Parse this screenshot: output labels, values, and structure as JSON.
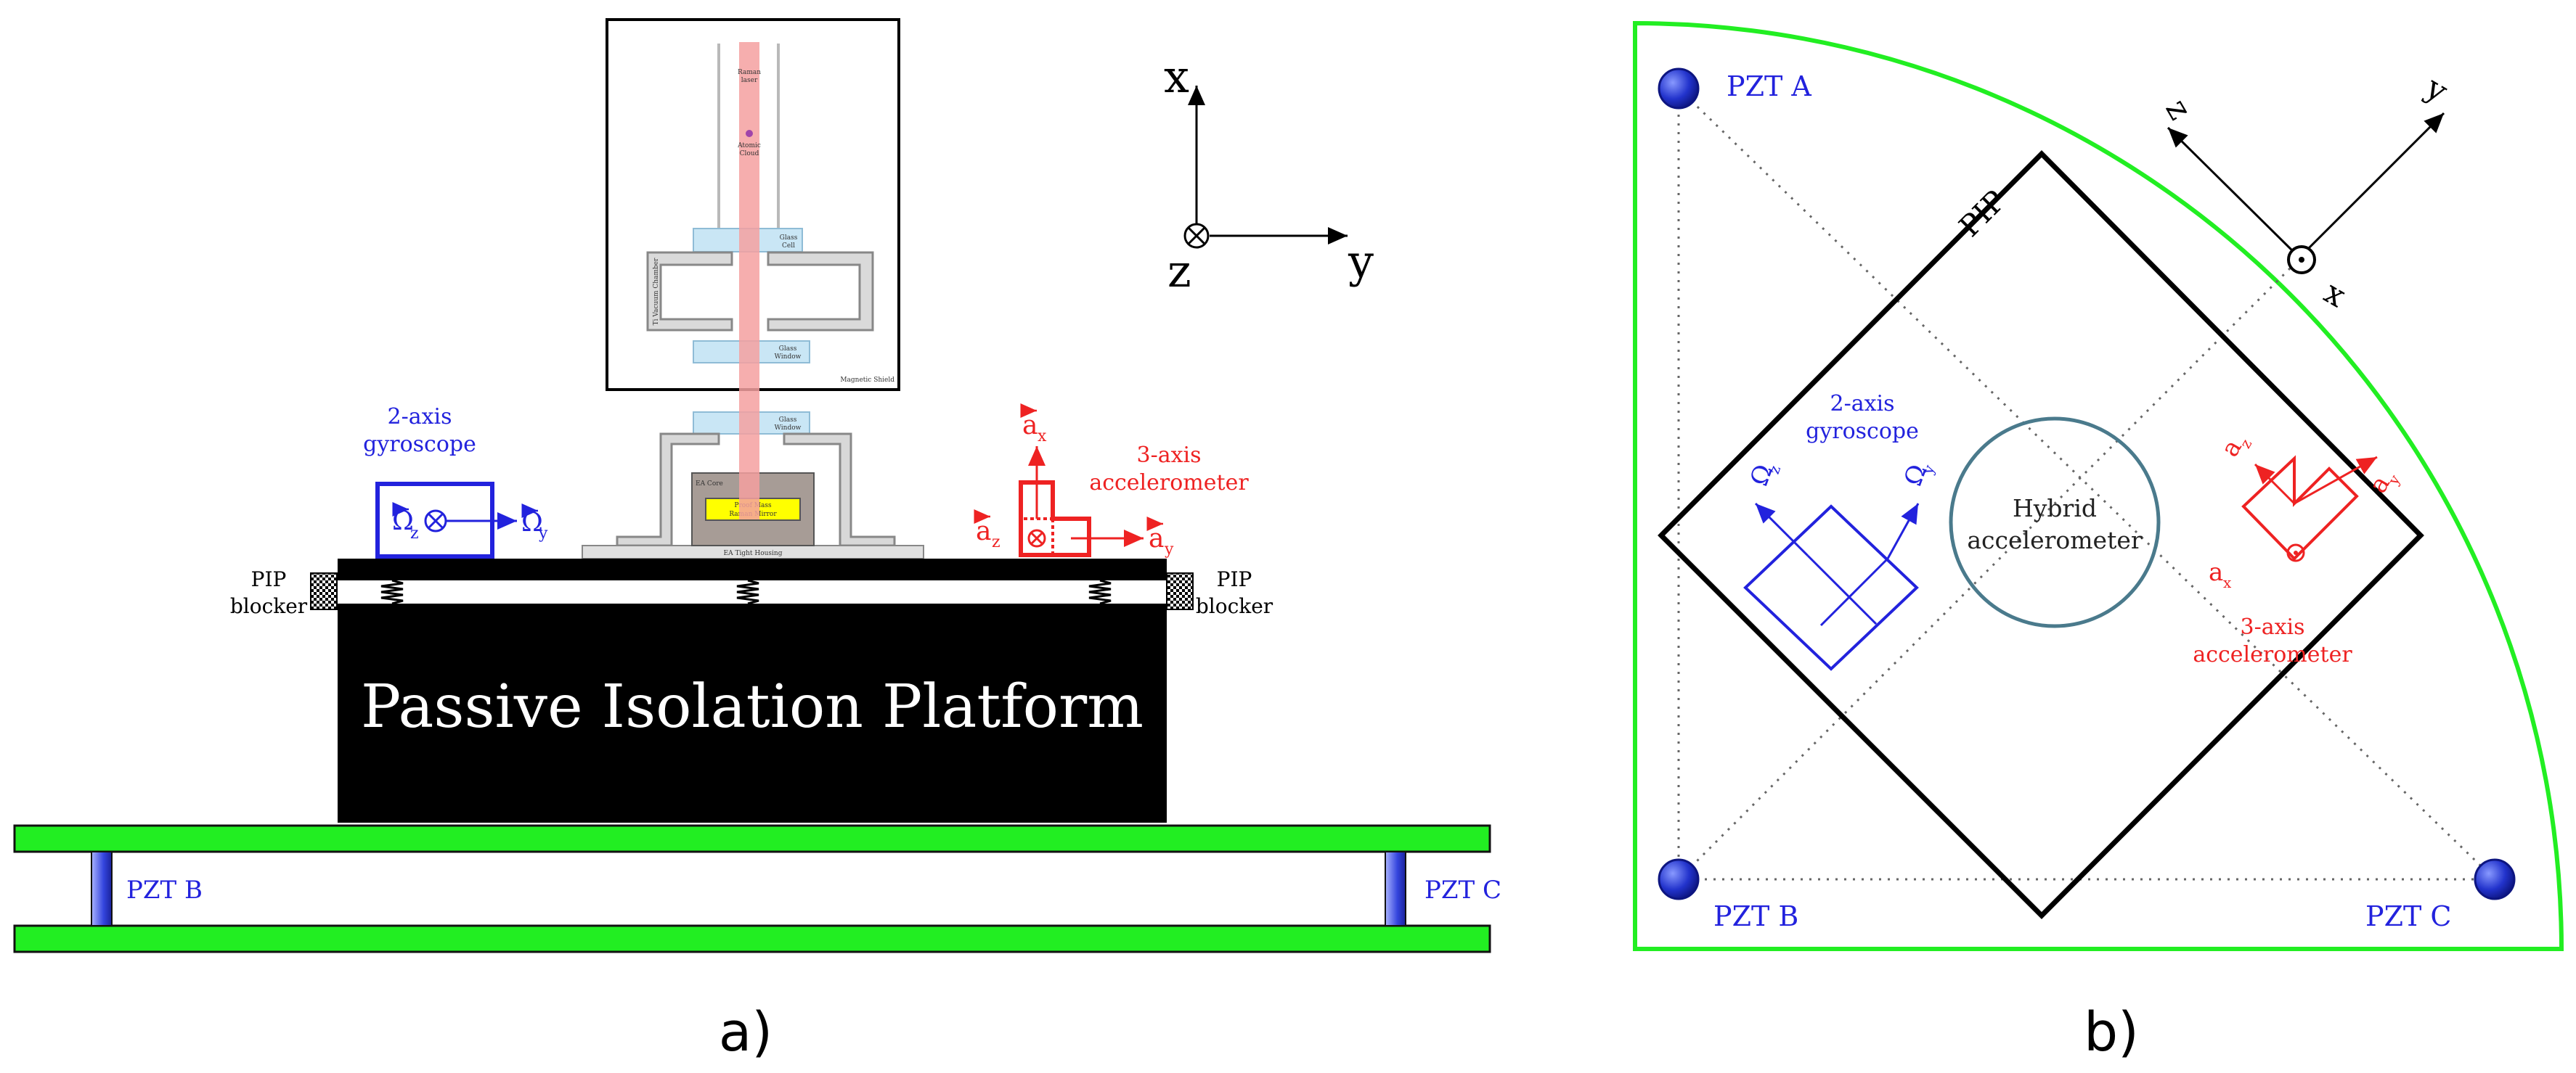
{
  "colors": {
    "green": "#22ee22",
    "blue": "#2222dd",
    "red": "#ee2222",
    "laser": "#f4a0a0",
    "glass": "#c9e6f5",
    "housing": "#d8d8d8",
    "core": "#a79c96",
    "proof": "#ffff00",
    "hybrid_circle": "#4a7a8c",
    "pzt": "#3344dd"
  },
  "panel_a": {
    "caption": "a)",
    "platform_label": "Passive Isolation Platform",
    "pip_blocker_left": [
      "PIP",
      "blocker"
    ],
    "pip_blocker_right": [
      "PIP",
      "blocker"
    ],
    "pzt_b": "PZT B",
    "pzt_c": "PZT C",
    "gyro_label": [
      "2-axis",
      "gyroscope"
    ],
    "gyro_omega_z": "Ω",
    "gyro_omega_z_sub": "z",
    "gyro_omega_y": "Ω",
    "gyro_omega_y_sub": "y",
    "accel_label": [
      "3-axis",
      "accelerometer"
    ],
    "accel_ax": "a",
    "accel_ax_sub": "x",
    "accel_az": "a",
    "accel_az_sub": "z",
    "accel_ay": "a",
    "accel_ay_sub": "y",
    "axes": {
      "x": "x",
      "y": "y",
      "z": "z"
    },
    "apparatus": {
      "raman_laser": [
        "Raman",
        "laser"
      ],
      "atomic_cloud": [
        "Atomic",
        "Cloud"
      ],
      "glass_cell": [
        "Glass",
        "Cell"
      ],
      "ti_vacuum_chamber": "Ti Vacuum Chamber",
      "glass_window_top": [
        "Glass",
        "Window"
      ],
      "magnetic_shield": "Magnetic Shield",
      "glass_window_bottom": [
        "Glass",
        "Window"
      ],
      "ea_core": "EA Core",
      "proof_mass": [
        "Proof Mass",
        "Raman Mirror"
      ],
      "ea_tight_housing": "EA Tight Housing"
    }
  },
  "panel_b": {
    "caption": "b)",
    "pzt_a": "PZT A",
    "pzt_b": "PZT B",
    "pzt_c": "PZT C",
    "pip": "PIP",
    "hybrid": [
      "Hybrid",
      "accelerometer"
    ],
    "gyro_label": [
      "2-axis",
      "gyroscope"
    ],
    "omega_z": "Ω",
    "omega_z_sub": "z",
    "omega_y": "Ω",
    "omega_y_sub": "y",
    "accel_label": [
      "3-axis",
      "accelerometer"
    ],
    "a_z": "a",
    "a_z_sub": "z",
    "a_y": "a",
    "a_y_sub": "y",
    "a_x": "a",
    "a_x_sub": "x",
    "axes": {
      "x": "x",
      "y": "y",
      "z": "z"
    }
  }
}
